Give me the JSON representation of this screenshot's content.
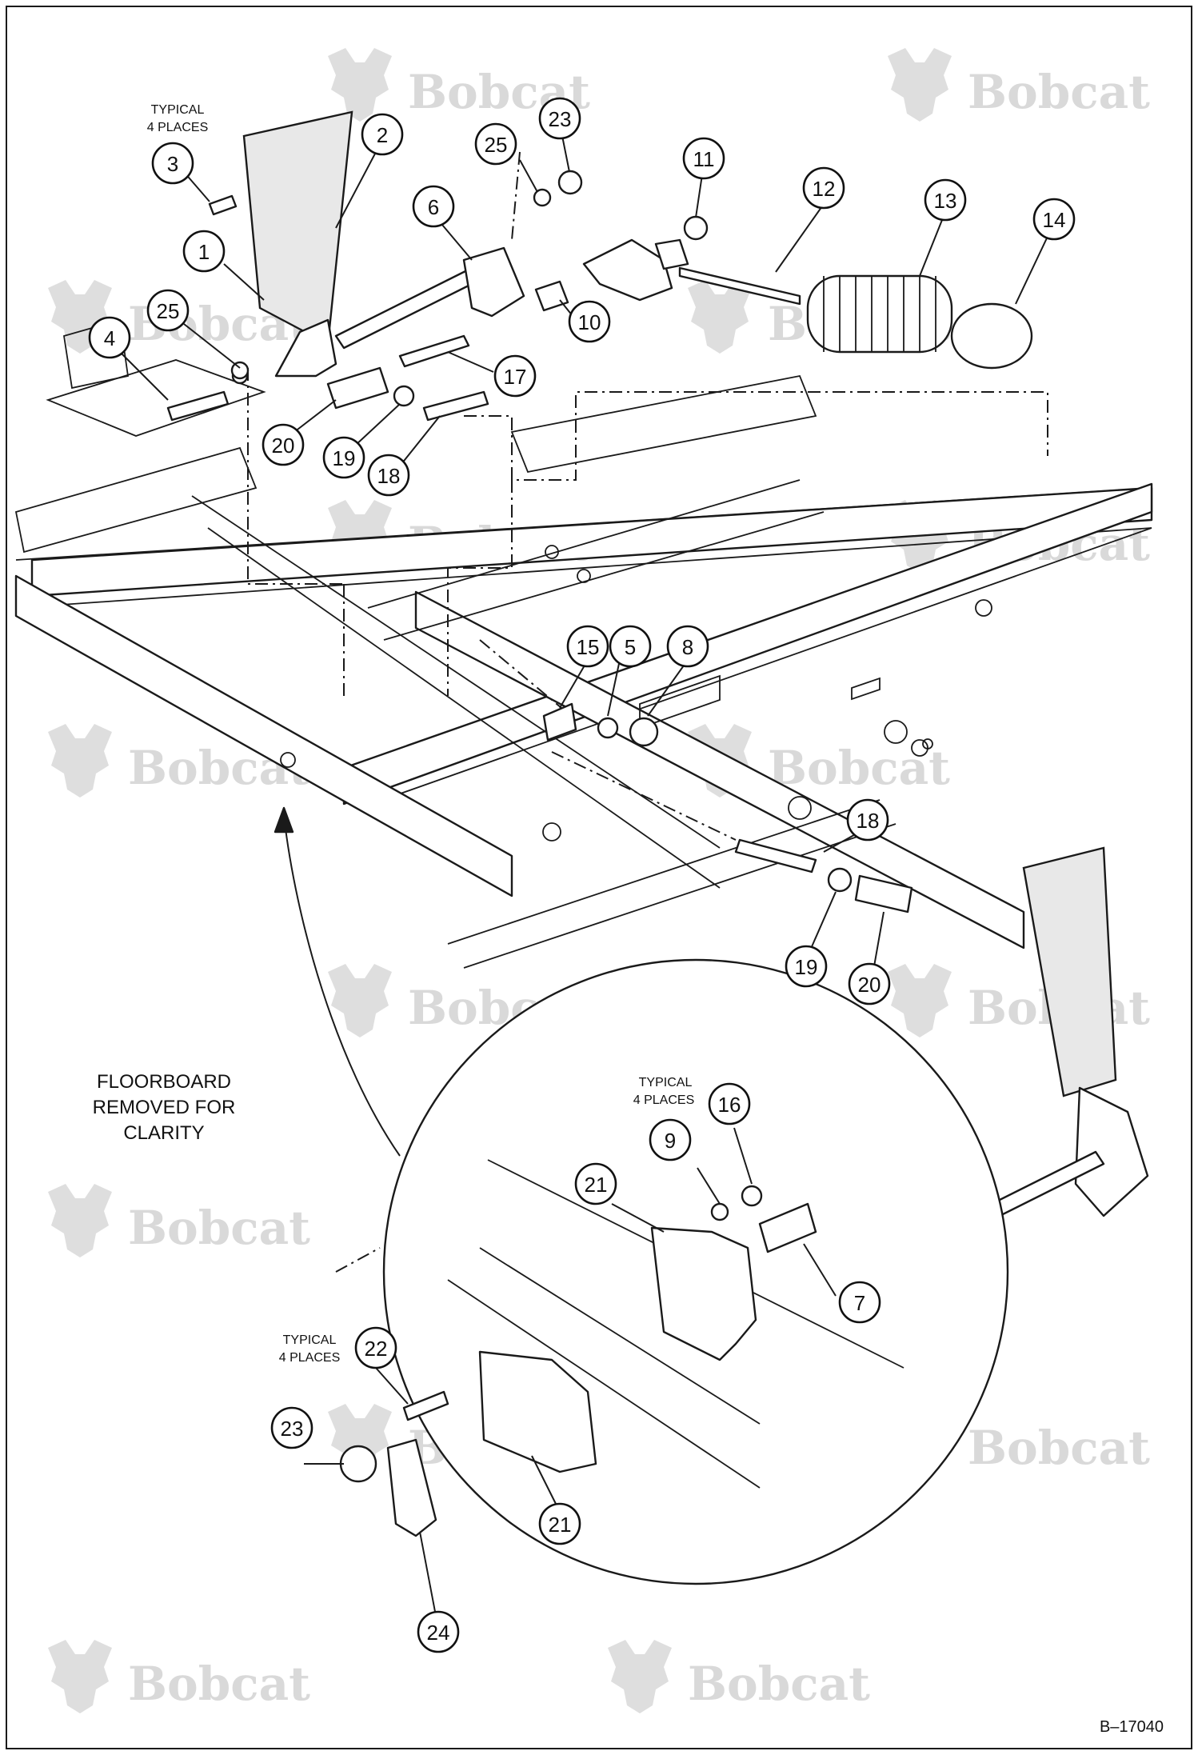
{
  "watermark": {
    "text": "Bobcat",
    "logo": "bobcat-head-logo"
  },
  "callouts": [
    {
      "id": "c-2",
      "label": "2"
    },
    {
      "id": "c-23a",
      "label": "23"
    },
    {
      "id": "c-25a",
      "label": "25"
    },
    {
      "id": "c-3",
      "label": "3"
    },
    {
      "id": "c-11",
      "label": "11"
    },
    {
      "id": "c-12",
      "label": "12"
    },
    {
      "id": "c-13",
      "label": "13"
    },
    {
      "id": "c-14",
      "label": "14"
    },
    {
      "id": "c-6",
      "label": "6"
    },
    {
      "id": "c-1",
      "label": "1"
    },
    {
      "id": "c-25b",
      "label": "25"
    },
    {
      "id": "c-4",
      "label": "4"
    },
    {
      "id": "c-10",
      "label": "10"
    },
    {
      "id": "c-17",
      "label": "17"
    },
    {
      "id": "c-20a",
      "label": "20"
    },
    {
      "id": "c-19a",
      "label": "19"
    },
    {
      "id": "c-18a",
      "label": "18"
    },
    {
      "id": "c-15",
      "label": "15"
    },
    {
      "id": "c-5",
      "label": "5"
    },
    {
      "id": "c-8",
      "label": "8"
    },
    {
      "id": "c-18b",
      "label": "18"
    },
    {
      "id": "c-19b",
      "label": "19"
    },
    {
      "id": "c-20b",
      "label": "20"
    },
    {
      "id": "c-16",
      "label": "16"
    },
    {
      "id": "c-9",
      "label": "9"
    },
    {
      "id": "c-21a",
      "label": "21"
    },
    {
      "id": "c-7",
      "label": "7"
    },
    {
      "id": "c-22",
      "label": "22"
    },
    {
      "id": "c-23b",
      "label": "23"
    },
    {
      "id": "c-21b",
      "label": "21"
    },
    {
      "id": "c-24",
      "label": "24"
    }
  ],
  "notes": {
    "typical_top_line1": "TYPICAL",
    "typical_top_line2": "4 PLACES",
    "typical_mid_line1": "TYPICAL",
    "typical_mid_line2": "4 PLACES",
    "typical_low_line1": "TYPICAL",
    "typical_low_line2": "4 PLACES",
    "floorboard_line1": "FLOORBOARD",
    "floorboard_line2": "REMOVED FOR",
    "floorboard_line3": "CLARITY"
  },
  "figure_id": "B–17040"
}
